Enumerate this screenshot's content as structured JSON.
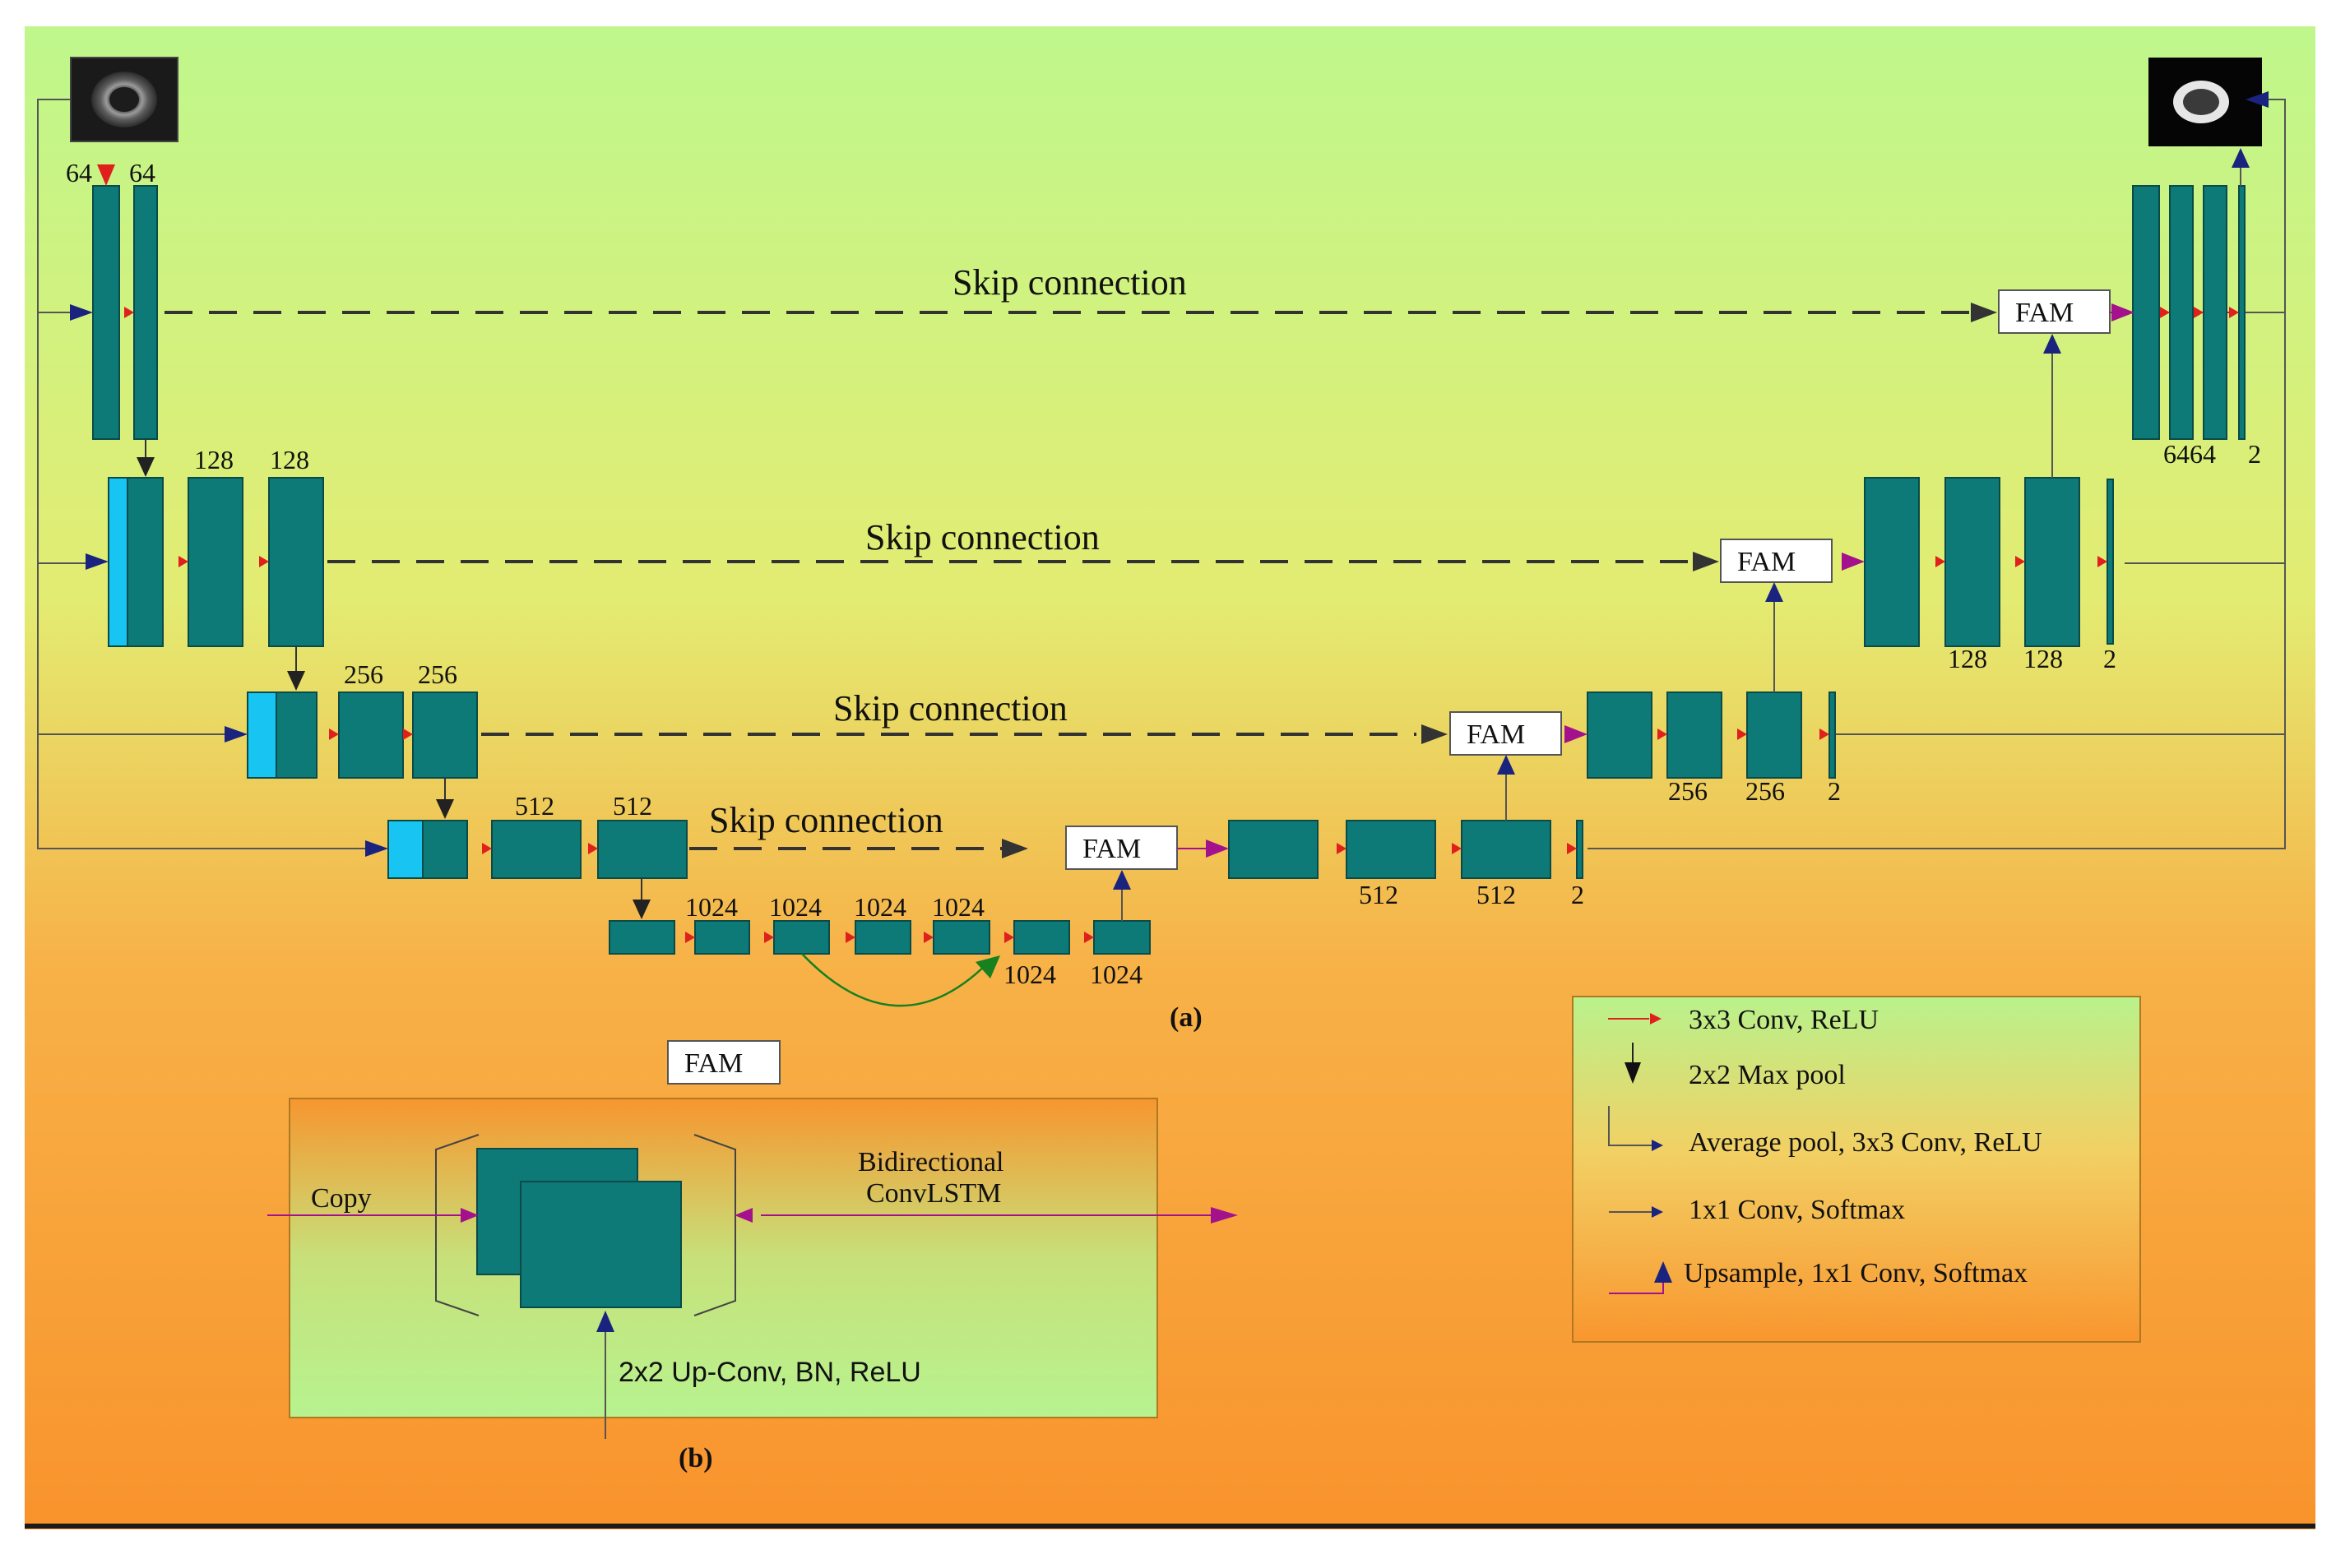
{
  "colors": {
    "bg_top": "#bff78c",
    "bg_bottom": "#f9932c",
    "block": "#0d7a78",
    "block_edge": "#0a4a48",
    "cyan": "#18c4f2",
    "conv_arrow": "#e0201c",
    "pool_arrow": "#222222",
    "blue_arrow": "#1a237e",
    "magenta_arrow": "#a3128c",
    "green_arrow": "#17801f"
  },
  "skip": {
    "row1": "Skip connection",
    "row2": "Skip connection",
    "row3": "Skip connection",
    "row4": "Skip connection"
  },
  "fam": {
    "row1": "FAM",
    "row2": "FAM",
    "row3": "FAM",
    "row4": "FAM",
    "detail_title": "FAM"
  },
  "channels": {
    "enc1": [
      "64",
      "64"
    ],
    "enc2": [
      "128",
      "128"
    ],
    "enc3": [
      "256",
      "256"
    ],
    "enc4": [
      "512",
      "512"
    ],
    "bottleneck_top": [
      "1024",
      "1024",
      "1024",
      "1024"
    ],
    "bottleneck_bottom": [
      "1024",
      "1024"
    ],
    "dec4": [
      "512",
      "512",
      "2"
    ],
    "dec3": [
      "256",
      "256",
      "2"
    ],
    "dec2": [
      "128",
      "128",
      "2"
    ],
    "dec1": [
      "6464",
      "2"
    ]
  },
  "captions": {
    "a": "(a)",
    "b": "(b)"
  },
  "fam_detail": {
    "copy": "Copy",
    "bidirectional": "Bidirectional",
    "convlstm": "ConvLSTM",
    "upconv": "2x2 Up-Conv, BN, ReLU"
  },
  "legend": [
    {
      "icon": "red-arrow",
      "label": "3x3 Conv, ReLU"
    },
    {
      "icon": "down-arrow",
      "label": "2x2 Max pool"
    },
    {
      "icon": "elbow-arrow",
      "label": "Average pool, 3x3 Conv, ReLU"
    },
    {
      "icon": "blue-arrow",
      "label": "1x1 Conv, Softmax"
    },
    {
      "icon": "up-arrow",
      "label": "Upsample, 1x1 Conv, Softmax"
    }
  ]
}
